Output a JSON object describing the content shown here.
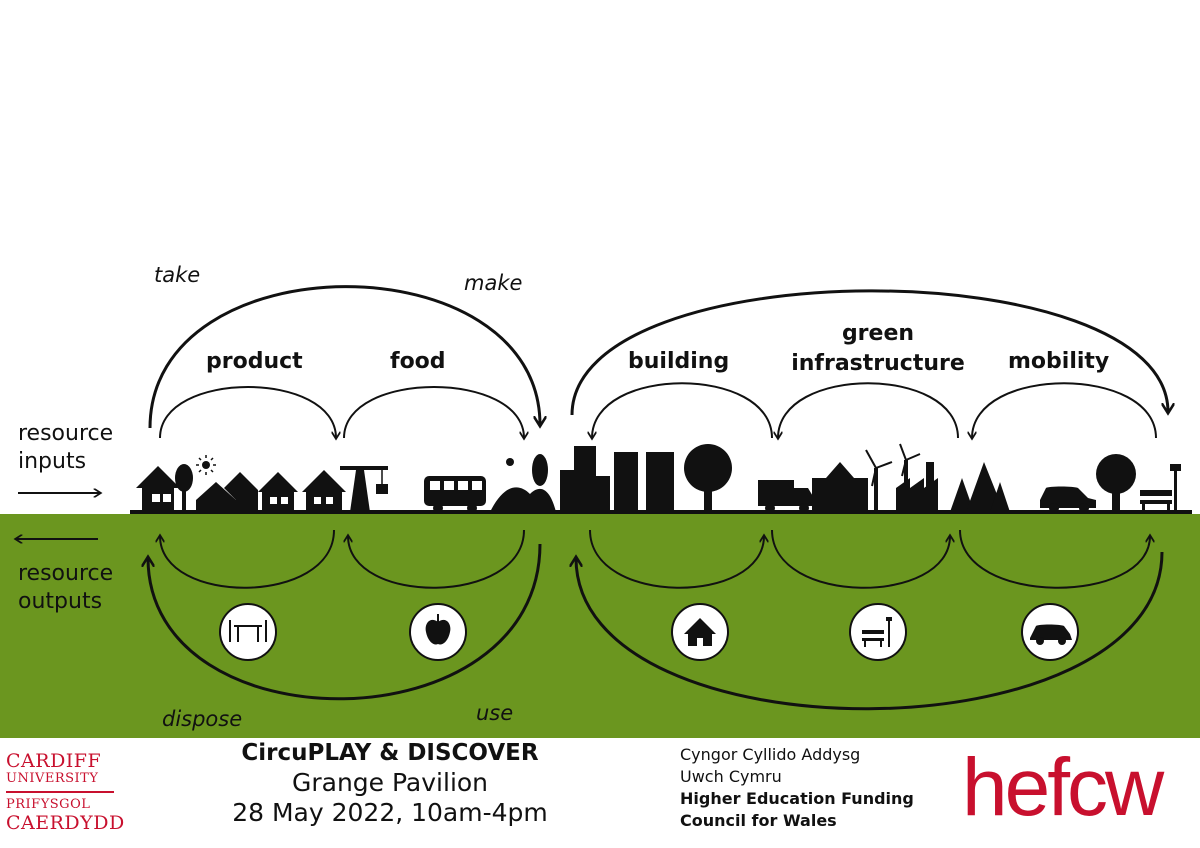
{
  "cycle_labels": {
    "take": "take",
    "make": "make",
    "dispose": "dispose",
    "use": "use"
  },
  "sectors": [
    "product",
    "food",
    "building",
    "green",
    "infrastructure",
    "mobility"
  ],
  "flows": {
    "inputs_line1": "resource",
    "inputs_line2": "inputs",
    "outputs_line1": "resource",
    "outputs_line2": "outputs"
  },
  "icons": {
    "skyline": [
      "house-icon",
      "tree-icon",
      "sun-icon",
      "crane-icon",
      "bus-icon",
      "hills-icon",
      "office-buildings-icon",
      "truck-icon",
      "school-icon",
      "wind-turbine-icon",
      "factory-icon",
      "pine-trees-icon",
      "car-icon",
      "park-bench-icon",
      "street-lamp-icon"
    ],
    "circles": [
      "furniture-icon",
      "apple-icon",
      "home-icon",
      "bench-icon",
      "car-icon"
    ]
  },
  "colors": {
    "ground_green": "#6b961f",
    "brand_red": "#c8102e",
    "ink": "#111111"
  },
  "event": {
    "title": "CircuPLAY & DISCOVER",
    "venue": "Grange Pavilion",
    "datetime": "28 May 2022, 10am-4pm"
  },
  "cardiff_logo": {
    "line1": "CARDIFF",
    "line2": "UNIVERSITY",
    "line3": "PRIFYSGOL",
    "line4": "CAERDYDD"
  },
  "council": {
    "welsh1": "Cyngor Cyllido Addysg",
    "welsh2": "Uwch Cymru",
    "english1": "Higher Education Funding",
    "english2": "Council for Wales"
  },
  "hefcw_logo": "hefcw"
}
